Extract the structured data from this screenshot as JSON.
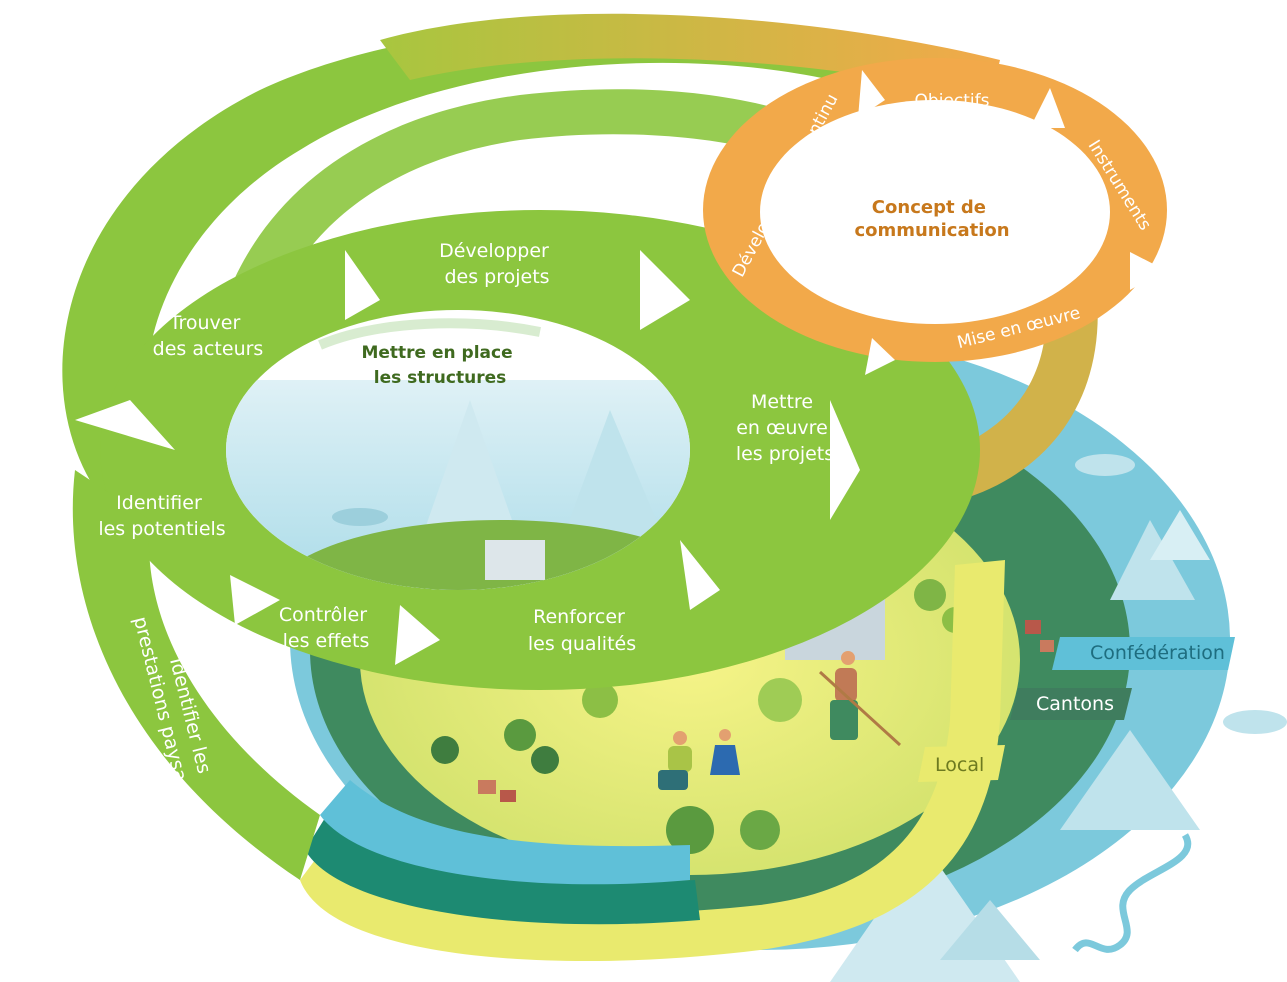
{
  "colors": {
    "green": "#8cc63f",
    "green_dark": "#6fa82d",
    "orange": "#f2a94a",
    "orange_text": "#c7781c",
    "teal": "#3f7d5e",
    "cyan": "#5fc0d8",
    "yellow": "#e9ea6e"
  },
  "cycle": {
    "steps": [
      "Développer des projets",
      "Trouver des acteurs",
      "Mettre en œuvre les projets",
      "Identifier les potentiels",
      "Contrôler les effets",
      "Renforcer les qualités"
    ],
    "center_label": "Mettre en place les structures"
  },
  "step_lines": {
    "developper": [
      "Développer",
      "des projets"
    ],
    "trouver": [
      "Trouver",
      "des acteurs"
    ],
    "mettre": [
      "Mettre",
      "en œuvre",
      "les projets"
    ],
    "identifier": [
      "Identifier",
      "les potentiels"
    ],
    "controler": [
      "Contrôler",
      "les effets"
    ],
    "renforcer": [
      "Renforcer",
      "les qualités"
    ],
    "center": [
      "Mettre en place",
      "les structures"
    ]
  },
  "side_arm": [
    "Identifier les",
    "prestations paysagères"
  ],
  "communication": {
    "center": [
      "Concept de",
      "communication"
    ],
    "ring": [
      "Objectifs",
      "Instruments",
      "Mise en œuvre",
      "Développement continu"
    ]
  },
  "levels": [
    "Confédération",
    "Cantons",
    "Local"
  ]
}
